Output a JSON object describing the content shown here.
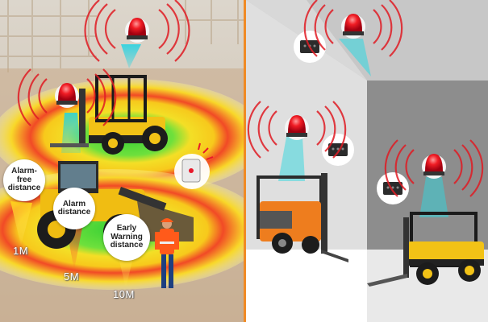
{
  "zone_labels": {
    "alarm_free": "Alarm-\nfree\ndistance",
    "alarm": "Alarm\ndistance",
    "early_warning": "Early\nWarning\ndistance"
  },
  "distances": {
    "d1": "1M",
    "d5": "5M",
    "d10": "10M"
  },
  "colors": {
    "alarm_zone": "#e8382a",
    "warning_zone": "#f5d51f",
    "safe_zone": "#3fcf3a",
    "beacon": "#e8182a",
    "forklift_yellow": "#f2c216",
    "forklift_orange": "#ee7d1e",
    "worker_vest": "#ff5a1a",
    "divider": "#f08a24",
    "detection_beam": "#2fd7e0"
  }
}
